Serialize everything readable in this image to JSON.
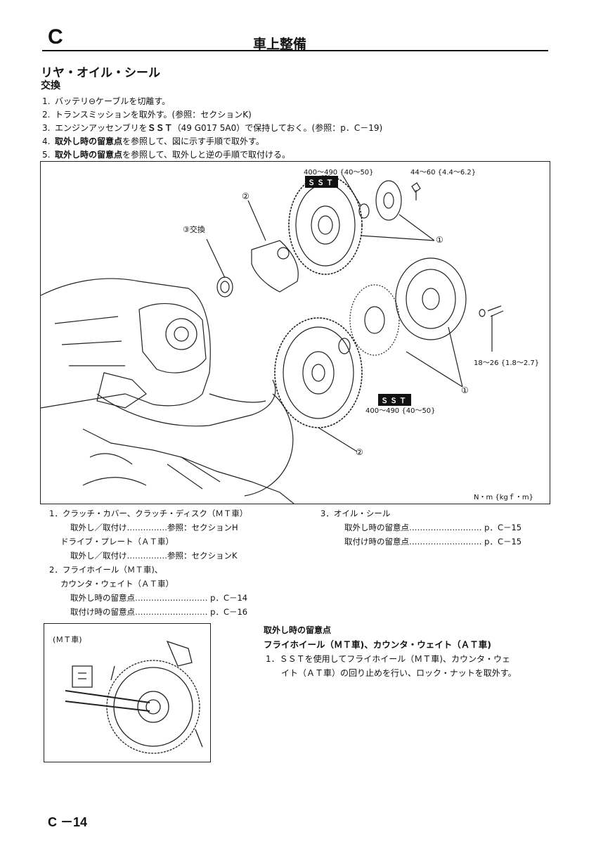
{
  "header": {
    "section_letter": "C",
    "title": "車上整備"
  },
  "section_title": "リヤ・オイル・シール",
  "sub_title": "交換",
  "steps": [
    {
      "num": "1.",
      "text": "バッテリ⊖ケーブルを切離す。"
    },
    {
      "num": "2.",
      "text": "トランスミッションを取外す。(参照：セクションK)"
    },
    {
      "num": "3.",
      "pre": "エンジンアッセンブリを",
      "bold": "ＳＳＴ",
      "post": "（49 G017 5A0）で保持しておく。(参照：p．C－19)"
    },
    {
      "num": "4.",
      "bold": "取外し時の留意点",
      "post": "を参照して、図に示す手順で取外す。"
    },
    {
      "num": "5.",
      "bold": "取外し時の留意点",
      "post": "を参照して、取外しと逆の手順で取付ける。"
    }
  ],
  "figure": {
    "torque_top": "400～490 {40～50}",
    "torque_bolt": "44～60 {4.4～6.2}",
    "torque_cover": "18～26 {1.8～2.7}",
    "torque_bottom": "400～490 {40～50}",
    "sst_label": "ＳＳＴ",
    "callout_1": "①",
    "callout_2": "②",
    "callout_3": "③交換",
    "units": "N・m {kgｆ・m}"
  },
  "captions_left": [
    "1．クラッチ・カバー、クラッチ・ディスク（ＭＴ車）",
    "取外し／取付け……………参照：セクションH",
    "ドライブ・プレート（ＡＴ車）",
    "取外し／取付け……………参照：セクションK",
    "2．フライホイール（ＭＴ車)、",
    "カウンタ・ウェイト（ＡＴ車）",
    "取外し時の留意点……………………… p．C－14",
    "取付け時の留意点……………………… p．C－16"
  ],
  "captions_right": [
    "3．オイル・シール",
    "取外し時の留意点……………………… p．C－15",
    "取付け時の留意点……………………… p．C－15"
  ],
  "small_figure": {
    "label": "(ＭＴ車)"
  },
  "notes": {
    "heading": "取外し時の留意点",
    "subheading": "フライホイール（ＭＴ車)、カウンタ・ウェイト（ＡＴ車)",
    "step1_num": "1．",
    "step1_line1": "ＳＳＴを使用してフライホイール（ＭＴ車)、カウンタ・ウェ",
    "step1_line2": "イト（ＡＴ車）の回り止めを行い、ロック・ナットを取外す。"
  },
  "page_number": "C －14"
}
